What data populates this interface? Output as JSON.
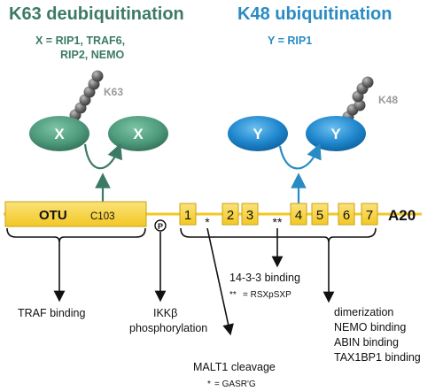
{
  "titles": {
    "left": "K63 deubiquitination",
    "right": "K48 ubiquitination"
  },
  "substrates": {
    "left_line1": "X = RIP1, TRAF6,",
    "left_line2": "RIP2, NEMO",
    "right": "Y = RIP1"
  },
  "chains": {
    "left_label": "K63",
    "right_label": "K48"
  },
  "ovals": {
    "x1": "X",
    "x2": "X",
    "y1": "Y",
    "y2": "Y"
  },
  "domain": {
    "otu": "OTU",
    "c103": "C103",
    "p_site": "P",
    "zinc_fingers": [
      "1",
      "2",
      "3",
      "4",
      "5",
      "6",
      "7"
    ],
    "protein": "A20"
  },
  "stars": {
    "single": "*",
    "double": "**"
  },
  "annotations": {
    "traf": "TRAF binding",
    "ikk_line1": "IKKβ",
    "ikk_line2": "phosphorylation",
    "malt1": "MALT1 cleavage",
    "malt1_motif_star": "*",
    "malt1_motif": "= GASR'G",
    "binding_1433": "14-3-3 binding",
    "binding_1433_star": "**",
    "binding_1433_motif": "= RSXpSXP",
    "dimer": "dimerization",
    "nemo": "NEMO binding",
    "abin": "ABIN binding",
    "tax1bp1": "TAX1BP1 binding"
  },
  "colors": {
    "k63_green": "#3d7a65",
    "k48_blue": "#2a8bc4",
    "oval_green": "#4e9a7c",
    "oval_blue": "#1e86cc",
    "domain_yellow": "#f7d23f",
    "chain_gray": "#6e6e6e"
  }
}
